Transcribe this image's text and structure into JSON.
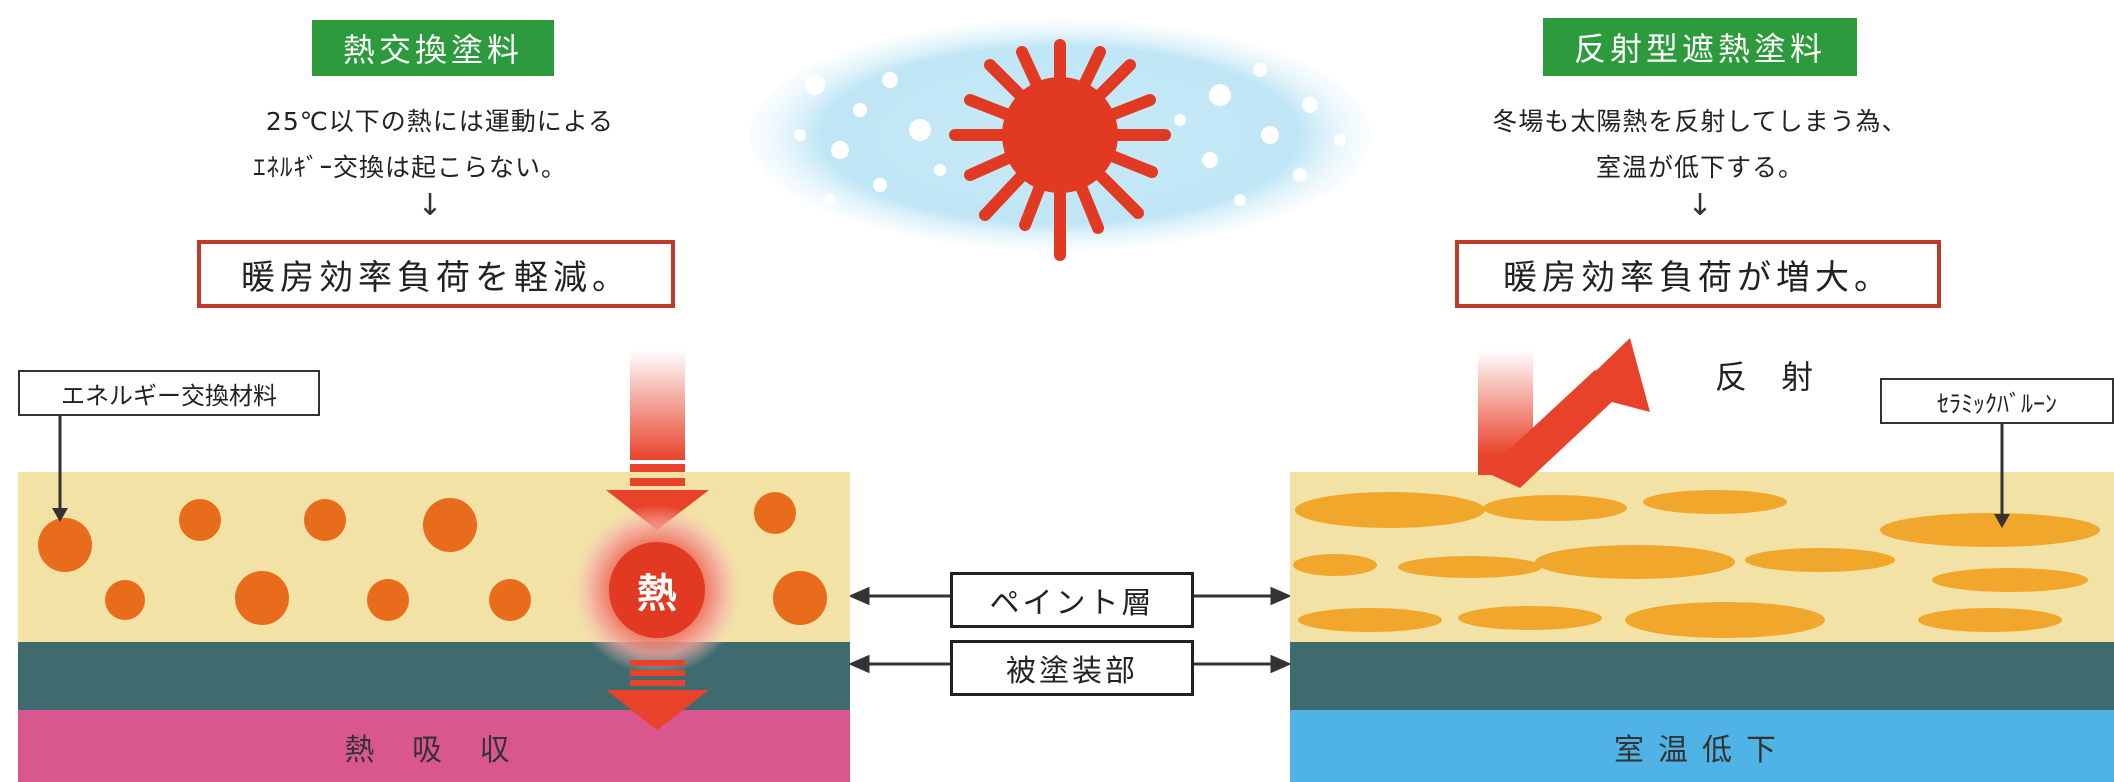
{
  "left": {
    "title": "熱交換塗料",
    "desc_line1": "25℃以下の熱には運動による",
    "desc_line2": "ｴﾈﾙｷﾞｰ交換は起こらない。",
    "arrow": "↓",
    "result": "暖房効率負荷を軽減。",
    "material_label": "エネルギー交換材料",
    "heat_label": "熱",
    "bottom_label": "熱 吸 収"
  },
  "right": {
    "title": "反射型遮熱塗料",
    "desc_line1": "冬場も太陽熱を反射してしまう為、",
    "desc_line2": "室温が低下する。",
    "arrow": "↓",
    "result": "暖房効率負荷が増大。",
    "reflect_label": "反 射",
    "balloon_label": "ｾﾗﾐｯｸﾊﾞﾙｰﾝ",
    "bottom_label": "室温低下"
  },
  "center": {
    "paint_layer": "ペイント層",
    "substrate": "被塗装部"
  },
  "colors": {
    "green": "#2e9a3e",
    "red_border": "#c1392b",
    "paint": "#f2e2a6",
    "substrate": "#3f6b6f",
    "left_bottom": "#d9578e",
    "right_bottom": "#4fb3e6",
    "orange": "#e96b1c",
    "ellipse": "#f0a72c"
  }
}
